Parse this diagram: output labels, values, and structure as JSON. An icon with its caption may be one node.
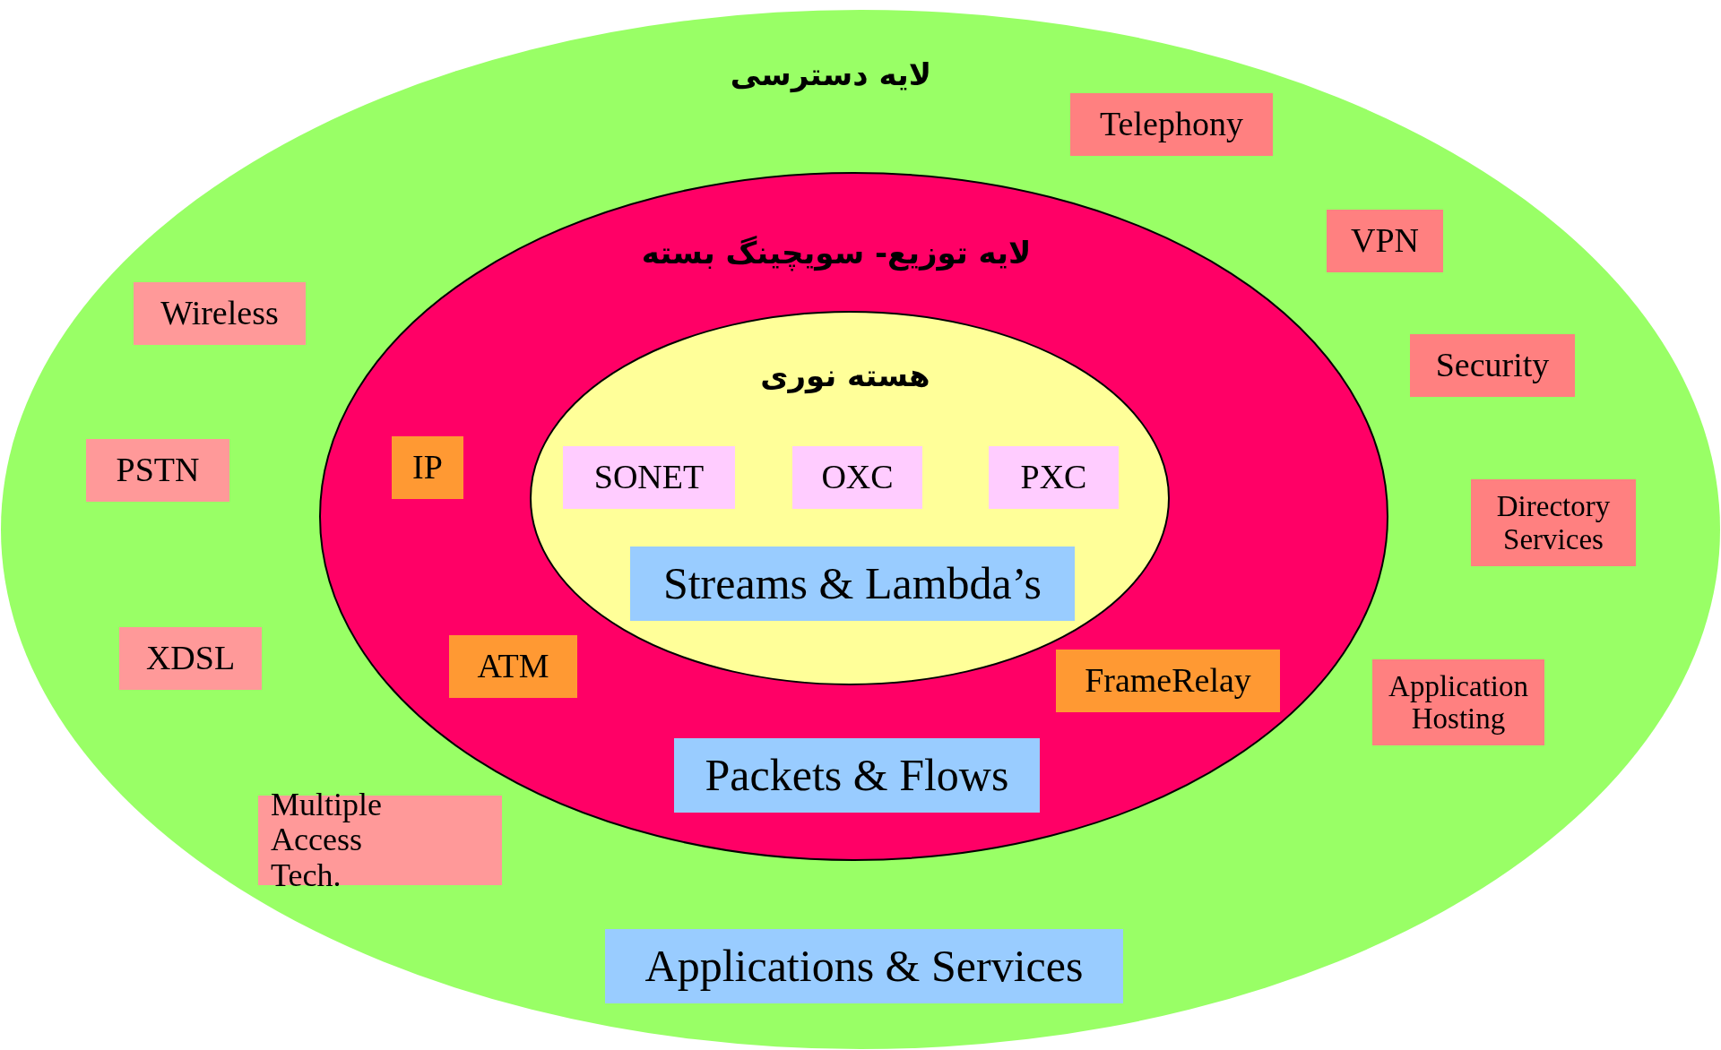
{
  "diagram": {
    "nodes": [
      {
        "text": [
          "لایه دسترسی"
        ]
      },
      {
        "text": [
          "لایه توزیع- سویچینگ بسته"
        ],
        "in": 0
      },
      {
        "text": [
          "هسته نوری"
        ],
        "in": 1
      },
      {
        "text": [
          "SONET"
        ],
        "in": 2
      },
      {
        "text": [
          "OXC"
        ],
        "in": 2
      },
      {
        "text": [
          "PXC"
        ],
        "in": 2
      },
      {
        "text": [
          "Streams & Lambda’s"
        ],
        "in": 2
      },
      {
        "text": [
          "IP"
        ],
        "in": 1
      },
      {
        "text": [
          "ATM"
        ],
        "in": 1
      },
      {
        "text": [
          "FrameRelay"
        ],
        "in": 1
      },
      {
        "text": [
          "Packets & Flows"
        ],
        "in": 1
      },
      {
        "text": [
          "Telephony"
        ],
        "in": 0
      },
      {
        "text": [
          "VPN"
        ],
        "in": 0
      },
      {
        "text": [
          "Wireless"
        ],
        "in": 0
      },
      {
        "text": [
          "Security"
        ],
        "in": 0
      },
      {
        "text": [
          "PSTN"
        ],
        "in": 0
      },
      {
        "text": [
          "Directory Services"
        ],
        "in": 0
      },
      {
        "text": [
          "XDSL"
        ],
        "in": 0
      },
      {
        "text": [
          "Application Hosting"
        ],
        "in": 0
      },
      {
        "text": [
          "Multiple Access Tech."
        ],
        "in": 0
      },
      {
        "text": [
          "Applications & Services"
        ],
        "in": 0
      }
    ],
    "edges": []
  }
}
